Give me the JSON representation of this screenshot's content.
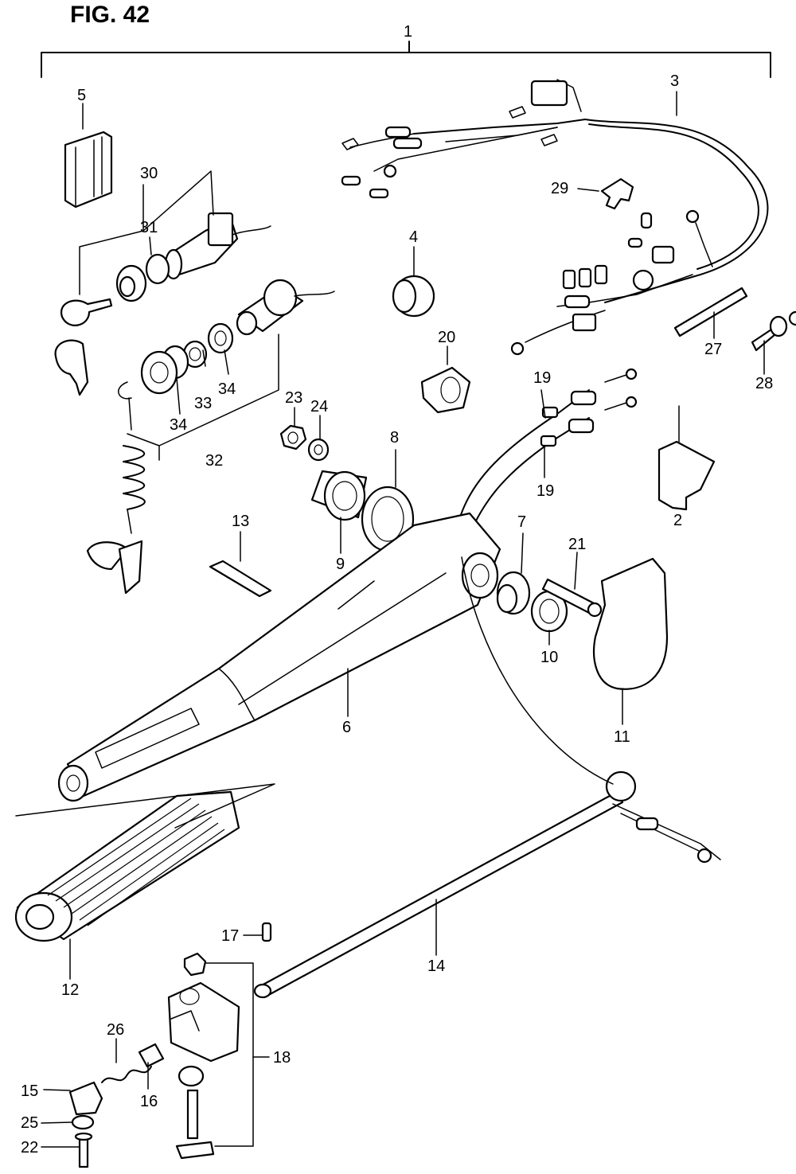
{
  "figure": {
    "title": "FIG. 42"
  },
  "callouts": {
    "c1": "1",
    "c2": "2",
    "c3": "3",
    "c4": "4",
    "c5": "5",
    "c6": "6",
    "c7": "7",
    "c8": "8",
    "c9": "9",
    "c10": "10",
    "c11": "11",
    "c12": "12",
    "c13": "13",
    "c14": "14",
    "c15": "15",
    "c16": "16",
    "c17": "17",
    "c18": "18",
    "c19a": "19",
    "c19b": "19",
    "c20": "20",
    "c21": "21",
    "c22": "22",
    "c23": "23",
    "c24": "24",
    "c25": "25",
    "c26": "26",
    "c27": "27",
    "c28": "28",
    "c29": "29",
    "c30": "30",
    "c31": "31",
    "c32": "32",
    "c33": "33",
    "c34a": "34",
    "c34b": "34"
  }
}
